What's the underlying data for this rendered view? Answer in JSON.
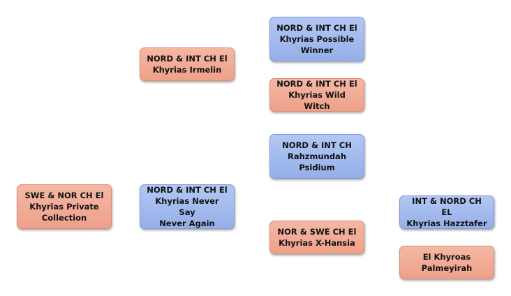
{
  "nodes": {
    "root": [
      "SWE & NOR CH El",
      "Khyrias Private",
      "Collection"
    ],
    "sire": [
      "NORD & INT CH El",
      "Khyrias Never Say",
      "Never Again"
    ],
    "dam": [
      "NORD & INT CH El",
      "Khyrias Irmelin"
    ],
    "dam_dam": [
      "NORD & INT CH El",
      "Khyrias Possible",
      "Winner"
    ],
    "dam_mother": [
      "NORD & INT CH El",
      "Khyrias Wild Witch"
    ],
    "sire_dam": [
      "NORD & INT CH",
      "Rahzmundah",
      "Psidium"
    ],
    "sire_mother": [
      "NOR & SWE CH El",
      "Khyrias X-Hansia"
    ],
    "sire_mother_dam": [
      "INT & NORD CH EL",
      "Khyrias Hazztafer"
    ],
    "sire_mother_mother": [
      "El Khyroas",
      "Palmeyirah"
    ]
  },
  "colors": {
    "female": "#f2ad97",
    "male": "#a3bbee"
  }
}
